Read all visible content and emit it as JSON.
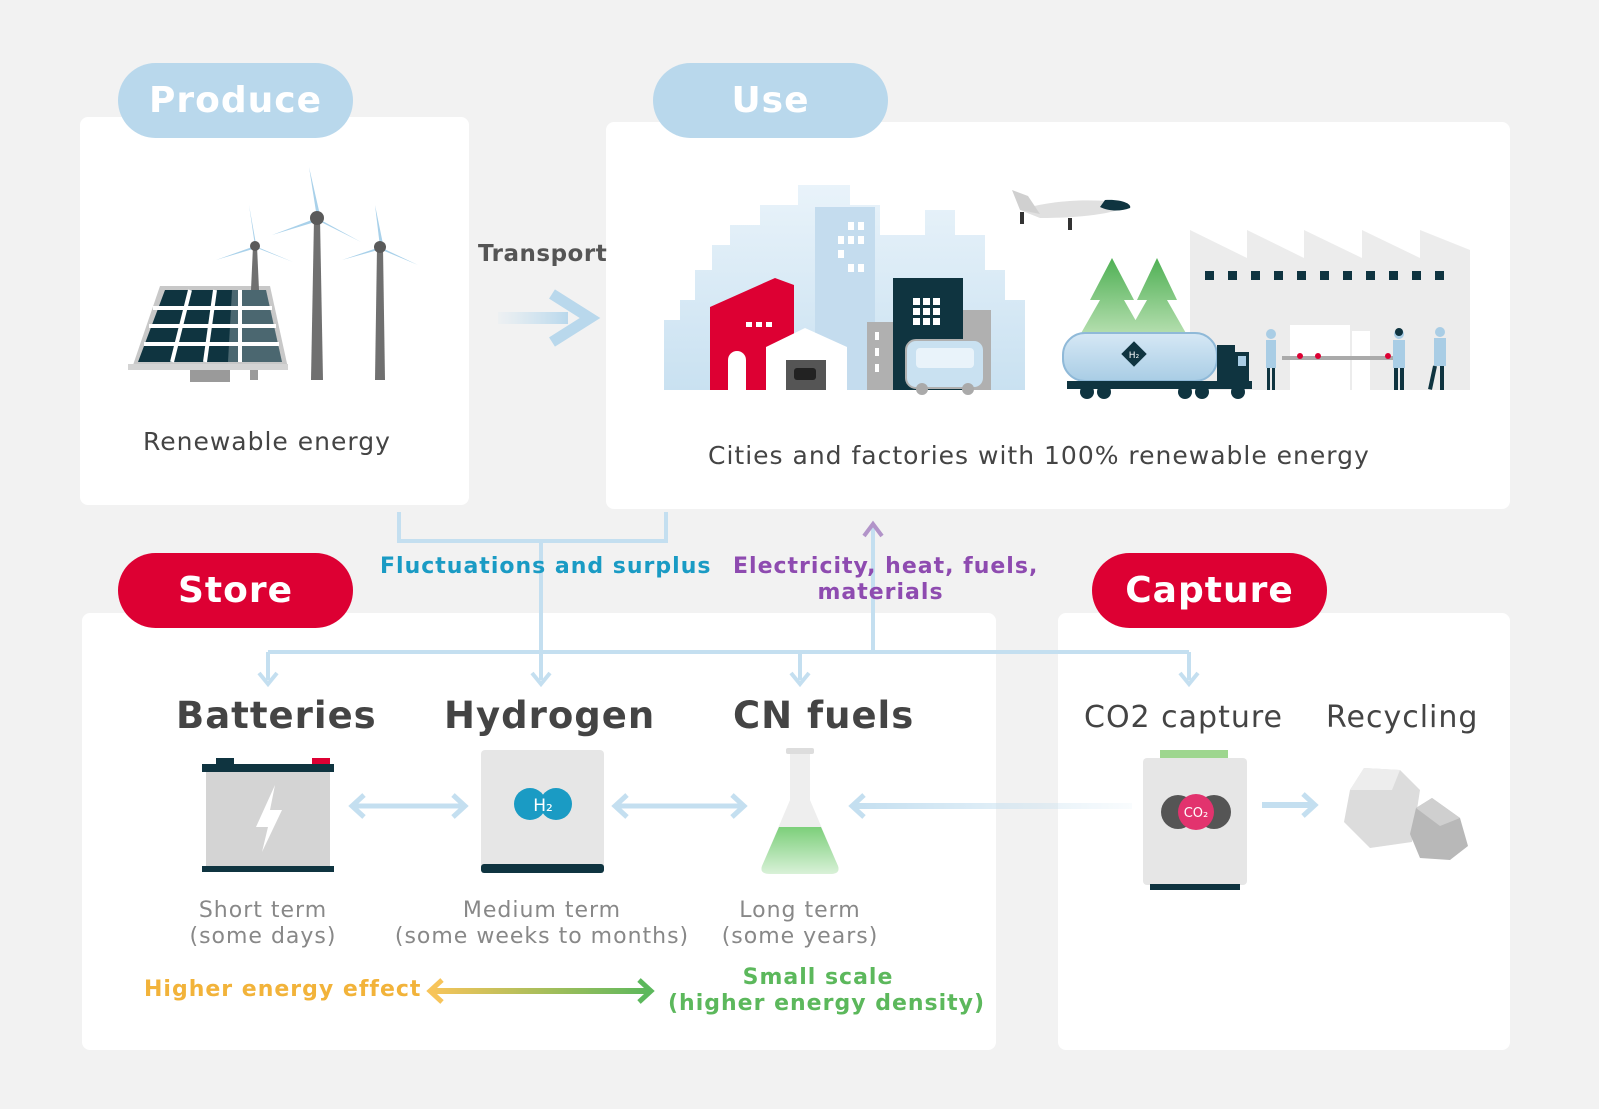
{
  "produce": {
    "title": "Produce",
    "caption": "Renewable energy"
  },
  "use": {
    "title": "Use",
    "caption": "Cities and factories with 100% renewable energy",
    "h2_badge": "H₂"
  },
  "transport_label": "Transport",
  "flows": {
    "fluctuations": "Fluctuations and surplus",
    "supply_line1": "Electricity, heat, fuels,",
    "supply_line2": "materials"
  },
  "store": {
    "title": "Store",
    "items": [
      {
        "name": "Batteries",
        "term": "Short term",
        "duration": "(some days)"
      },
      {
        "name": "Hydrogen",
        "term": "Medium term",
        "duration": "(some weeks to months)",
        "badge": "H₂"
      },
      {
        "name": "CN fuels",
        "term": "Long term",
        "duration": "(some years)"
      }
    ],
    "scale_left": "Higher energy effect",
    "scale_right_line1": "Small scale",
    "scale_right_line2": "(higher energy density)"
  },
  "capture": {
    "title": "Capture",
    "co2_capture": "CO2 capture",
    "recycling": "Recycling",
    "co2_badge": "CO₂"
  },
  "colors": {
    "background": "#f2f2f2",
    "card": "#ffffff",
    "pill_blue": "#b9d8ec",
    "pill_red": "#dd0033",
    "flow_blue": "#1a9bc4",
    "flow_purple": "#8e4bb0",
    "arrow_light_blue": "#c4dff0",
    "scale_orange": "#f2b33a",
    "scale_green": "#5cb85c",
    "dark_teal": "#0f3440",
    "red_accent": "#e2002b"
  }
}
